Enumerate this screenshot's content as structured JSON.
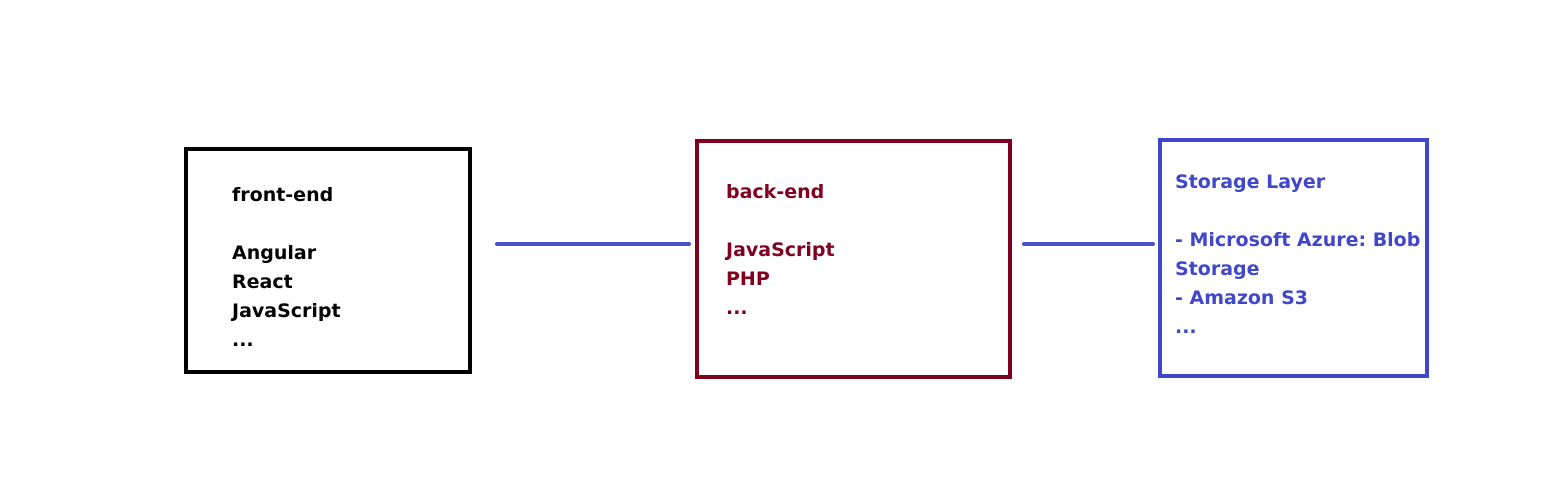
{
  "colors": {
    "frontend": "#000000",
    "backend": "#800020",
    "storage": "#4047c8",
    "connector": "#4a52c8"
  },
  "frontend": {
    "title": "front-end",
    "items": [
      "Angular",
      "React",
      "JavaScript",
      "..."
    ]
  },
  "backend": {
    "title": "back-end",
    "items": [
      "JavaScript",
      "PHP",
      "..."
    ]
  },
  "storage": {
    "title": "Storage Layer",
    "items": [
      "- Microsoft Azure: Blob",
      "Storage",
      "- Amazon S3",
      "..."
    ]
  }
}
